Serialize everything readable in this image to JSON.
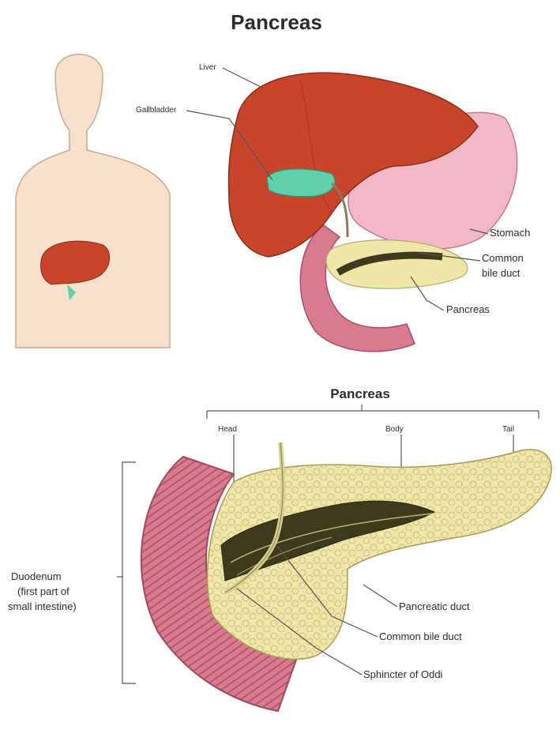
{
  "title": "Pancreas",
  "top_labels": {
    "liver": "Liver",
    "gallbladder": "Gallbladder",
    "stomach": "Stomach",
    "common_bile_duct_line1": "Common",
    "common_bile_duct_line2": "bile duct",
    "pancreas": "Pancreas"
  },
  "detail_title": "Pancreas",
  "regions": {
    "head": "Head",
    "body": "Body",
    "tail": "Tail"
  },
  "bottom_labels": {
    "duodenum_line1": "Duodenum",
    "duodenum_line2": "(first part of",
    "duodenum_line3": "small intestine)",
    "pancreatic_duct": "Pancreatic duct",
    "common_bile_duct": "Common bile duct",
    "sphincter": "Sphincter of Oddi"
  },
  "colors": {
    "liver": "#c8452c",
    "gallbladder": "#5fd0a8",
    "stomach": "#f2b8c6",
    "duodenum": "#d97a8e",
    "pancreas": "#efe6a8",
    "duct": "#3e3a1c",
    "skin": "#f7e0cc"
  }
}
